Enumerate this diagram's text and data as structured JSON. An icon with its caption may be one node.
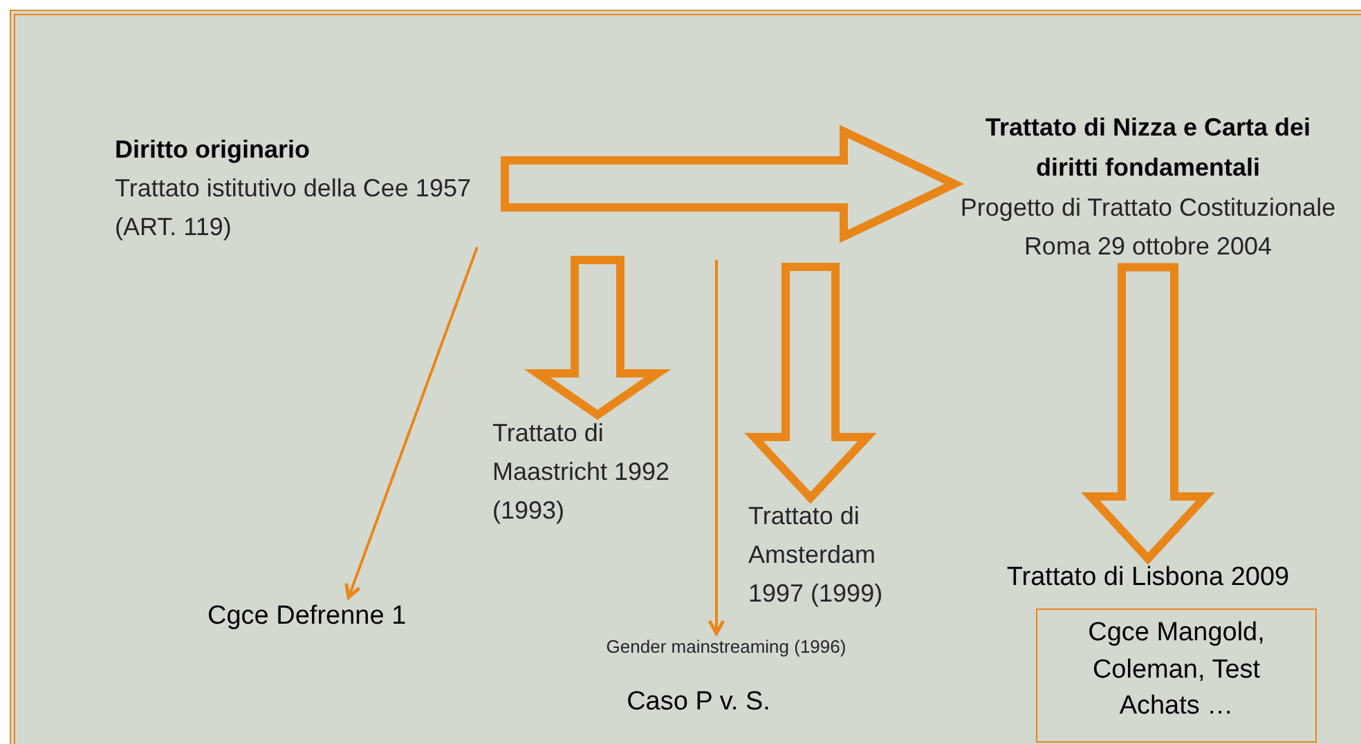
{
  "diagram": {
    "nodes": [
      {
        "text": [
          "Diritto originario",
          "Trattato istitutivo della Cee 1957 (ART. 119)"
        ]
      },
      {
        "text": [
          "Trattato di Nizza e Carta dei diritti fondamentali",
          "Progetto di Trattato Costituzionale Roma 29 ottobre 2004"
        ]
      },
      {
        "text": [
          "Trattato di Maastricht 1992 (1993)"
        ]
      },
      {
        "text": [
          "Trattato di Amsterdam 1997 (1999)"
        ]
      },
      {
        "text": [
          "Cgce Defrenne 1"
        ]
      },
      {
        "text": [
          "Gender mainstreaming (1996)"
        ]
      },
      {
        "text": [
          "Caso P v. S."
        ]
      },
      {
        "text": [
          "Trattato di Lisbona 2009"
        ]
      },
      {
        "text": [
          "Cgce Mangold, Coleman, Test Achats …"
        ]
      }
    ],
    "edges": [
      {
        "from": 0,
        "to": 1,
        "arrow": "to",
        "style": "thick"
      },
      {
        "from": null,
        "to": 2,
        "arrow": "to",
        "style": "thick"
      },
      {
        "from": null,
        "to": 3,
        "arrow": "to",
        "style": "thick"
      },
      {
        "from": 1,
        "to": 7,
        "arrow": "to",
        "style": "thick"
      },
      {
        "from": 0,
        "to": 4,
        "arrow": "to"
      },
      {
        "from": null,
        "to": 5,
        "arrow": "to"
      }
    ]
  }
}
